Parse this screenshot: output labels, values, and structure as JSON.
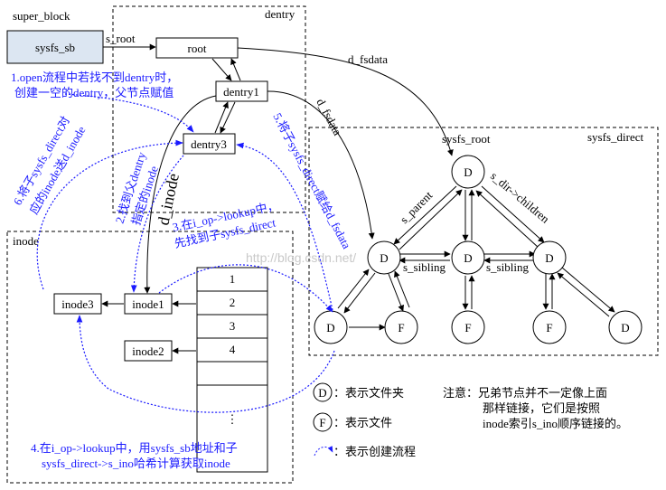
{
  "regions": {
    "super_block": "super_block",
    "dentry": "dentry",
    "inode": "inode",
    "sysfs_direct": "sysfs_direct"
  },
  "nodes": {
    "sysfs_sb": "sysfs_sb",
    "root": "root",
    "dentry1": "dentry1",
    "dentry3": "dentry3",
    "inode3": "inode3",
    "inode1": "inode1",
    "inode2": "inode2",
    "sysfs_root": "sysfs_root",
    "D": "D",
    "F": "F"
  },
  "edge_labels": {
    "s_root": "s_root",
    "d_fsdata_1": "d_fsdata",
    "d_fsdata_2": "d_fsdata",
    "d_inode": "d_inode",
    "s_parent": "s_parent",
    "s_dir_children": "s_dir->children",
    "s_sibling_1": "s_sibling",
    "s_sibling_2": "s_sibling"
  },
  "table_rows": [
    "1",
    "2",
    "3",
    "4",
    "",
    "",
    "⋮"
  ],
  "steps": {
    "s1_line1": "1.open流程中若找不到dentry时，",
    "s1_line2": "创建一空的dentry，父节点赋值",
    "s2_line1": "2.找到父dentry",
    "s2_line2": "指定的inode",
    "s3_line1": "3.在i_op->lookup中，",
    "s3_line2": "先找到子sysfs_direct",
    "s4_line1": "4.在i_op->lookup中，用sysfs_sb地址和子",
    "s4_line2": "sysfs_direct->s_ino哈希计算获取inode",
    "s5": "5.将子sysfs_direct赋给d_fsdata",
    "s6_line1": "6.将子sysfs_direct对",
    "s6_line2": "应的inode送d_inode"
  },
  "legend": {
    "d_symbol": "D",
    "d_text": "：表示文件夹",
    "f_symbol": "F",
    "f_text": "：表示文件",
    "flow_text": "：表示创建流程"
  },
  "note": {
    "line1": "注意：兄弟节点并不一定像上面",
    "line2": "那样链接，它们是按照",
    "line3": "inode索引s_ino顺序链接的。"
  },
  "watermark": "http://blog.csdn.net/",
  "colors": {
    "flow": "#1a1aff",
    "node_fill": "#dce6f2",
    "line": "#000000"
  }
}
